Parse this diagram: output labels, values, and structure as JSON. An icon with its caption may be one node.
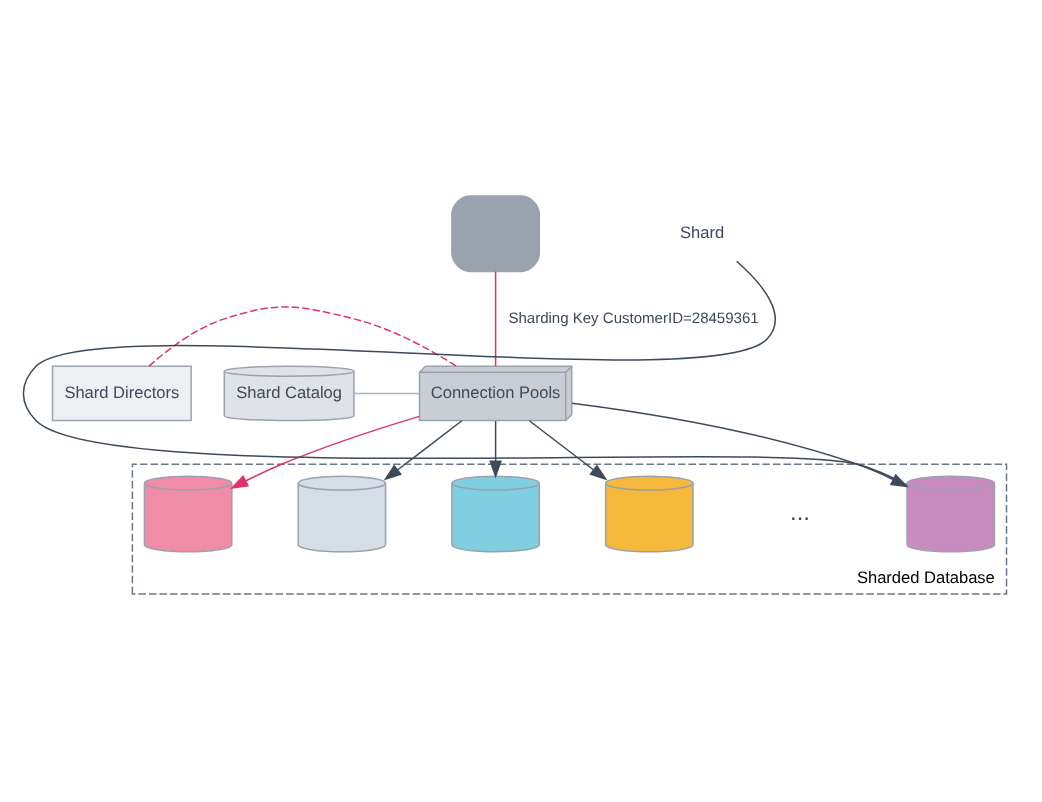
{
  "diagram": {
    "nodes": [
      {
        "text": [],
        "shape": "person"
      },
      {
        "text": [
          "Connection Pools"
        ]
      },
      {
        "text": [
          "Shard Directors"
        ]
      },
      {
        "text": [
          "Shard Catalog"
        ]
      },
      {
        "text": [
          "Sharded Database"
        ]
      },
      {
        "text": [],
        "shape": "cylinder",
        "in": 4
      },
      {
        "text": [],
        "shape": "cylinder",
        "in": 4
      },
      {
        "text": [],
        "shape": "cylinder",
        "in": 4
      },
      {
        "text": [],
        "shape": "cylinder",
        "in": 4
      },
      {
        "text": [],
        "shape": "cylinder",
        "in": 4
      },
      {
        "text": [
          "Shard"
        ]
      }
    ],
    "edges": [
      {
        "from": 0,
        "to": 1,
        "arrow": "none",
        "label": "Sharding Key CustomerID=28459361",
        "color": "#e0336e"
      },
      {
        "from": 2,
        "to": 1,
        "arrow": "none",
        "style": "dashed",
        "color": "#e0336e"
      },
      {
        "from": 3,
        "to": 1,
        "arrow": "none",
        "color": "#b0b5bb"
      },
      {
        "from": 1,
        "to": 5,
        "arrow": "to",
        "color": "#e0336e"
      },
      {
        "from": 1,
        "to": 6,
        "arrow": "to"
      },
      {
        "from": 1,
        "to": 7,
        "arrow": "to"
      },
      {
        "from": 1,
        "to": 8,
        "arrow": "to"
      },
      {
        "from": 1,
        "to": 9,
        "arrow": "to"
      },
      {
        "from": 10,
        "to": 9,
        "arrow": "none"
      }
    ],
    "labels": [
      "..."
    ]
  }
}
